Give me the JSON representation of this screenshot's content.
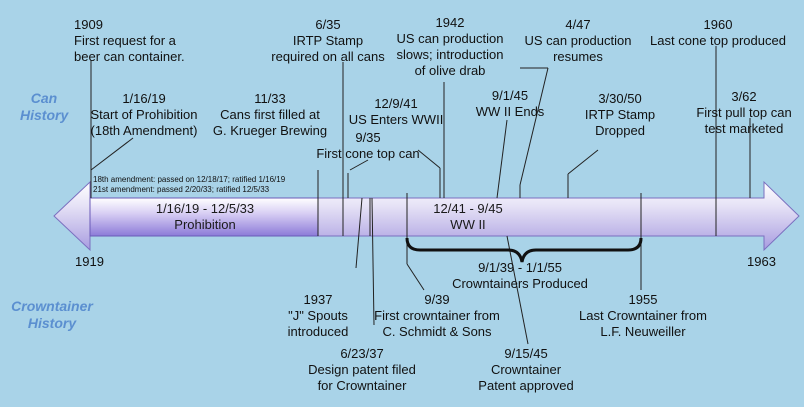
{
  "side_labels": {
    "can": [
      "Can",
      "History"
    ],
    "crowntainer": [
      "Crowntainer",
      "History"
    ]
  },
  "years": {
    "start": "1919",
    "end": "1963"
  },
  "prohibition_bar": [
    "1/16/19 - 12/5/33",
    "Prohibition"
  ],
  "ww2_bar": [
    "12/41 - 9/45",
    "WW II"
  ],
  "amendments": [
    "18th amendment:  passed on 12/18/17; ratified 1/16/19",
    "21st amendment: passed 2/20/33; ratified 12/5/33"
  ],
  "can_events": [
    [
      "1909",
      "First request for a",
      "beer can container."
    ],
    [
      "1/16/19",
      "Start of Prohibition",
      "(18th Amendment)"
    ],
    [
      "6/35",
      "IRTP Stamp",
      "required on all cans"
    ],
    [
      "11/33",
      "Cans first filled at",
      "G. Krueger Brewing"
    ],
    [
      "9/35",
      "First cone top can"
    ],
    [
      "12/9/41",
      "US Enters WWII"
    ],
    [
      "1942",
      "US can production",
      "slows; introduction",
      "of olive drab"
    ],
    [
      "9/1/45",
      "WW II Ends"
    ],
    [
      "4/47",
      "US can production",
      "resumes"
    ],
    [
      "3/30/50",
      "IRTP Stamp",
      "Dropped"
    ],
    [
      "1960",
      "Last cone top produced"
    ],
    [
      "3/62",
      "First pull top can",
      "test marketed"
    ]
  ],
  "crowntainer_span": [
    "9/1/39 - 1/1/55",
    "Crowntainers Produced"
  ],
  "crowntainer_events": [
    [
      "1937",
      "\"J\" Spouts",
      "introduced"
    ],
    [
      "9/39",
      "First crowntainer from",
      "C. Schmidt & Sons"
    ],
    [
      "1955",
      "Last Crowntainer from",
      "L.F. Neuweiller"
    ],
    [
      "6/23/37",
      "Design patent filed",
      "for Crowntainer"
    ],
    [
      "9/15/45",
      "Crowntainer",
      "Patent approved"
    ]
  ]
}
